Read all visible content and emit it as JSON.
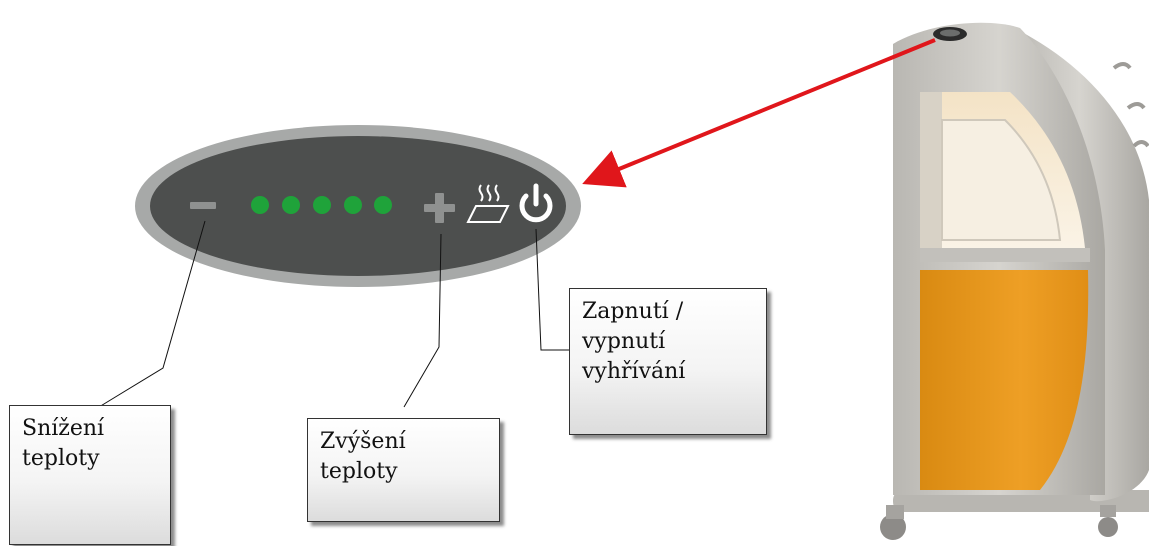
{
  "control_panel": {
    "minus_symbol": "−",
    "plus_symbol": "+",
    "indicator_count": 5,
    "indicator_color": "#1fa33a",
    "panel_color": "#4d4f4e",
    "rim_color": "#a7a9a8",
    "symbol_color": "#8f9190",
    "heating_icon": "heating-icon",
    "power_icon": "power-icon"
  },
  "callouts": {
    "decrease": {
      "line1": "Snížení",
      "line2": "teploty"
    },
    "increase": {
      "line1": "Zvýšení",
      "line2": "teploty"
    },
    "power": {
      "line1": "Zapnutí /",
      "line2": "vypnutí",
      "line3": "vyhřívání"
    }
  },
  "device": {
    "body_color": "#c9c7c2",
    "panel_color": "#e69a1e"
  },
  "arrow_color": "#e0161b"
}
